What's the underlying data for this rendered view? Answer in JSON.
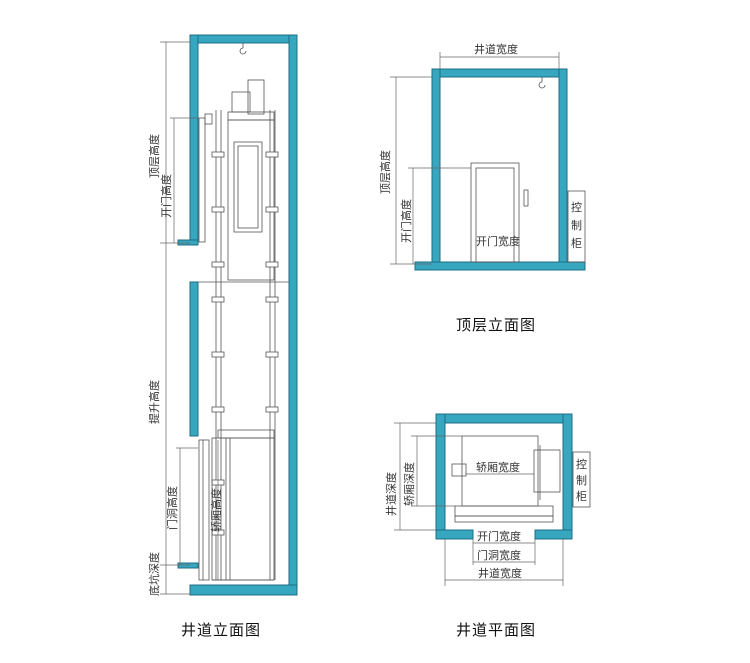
{
  "captions": {
    "shaft_elevation": "井道立面图",
    "top_floor_elevation": "顶层立面图",
    "shaft_plan": "井道平面图"
  },
  "labels": {
    "top_floor_height": "顶层高度",
    "door_open_height": "开门高度",
    "travel_height": "提升高度",
    "door_hole_height": "门洞高度",
    "car_height": "轿厢高度",
    "pit_depth": "底坑深度",
    "shaft_width": "井道宽度",
    "door_open_width": "开门宽度",
    "control_cabinet": [
      "控",
      "制",
      "柜"
    ],
    "shaft_depth": "井道深度",
    "car_depth": "轿厢深度",
    "car_width": "轿厢宽度",
    "door_hole_width": "门洞宽度"
  },
  "colors": {
    "wall": "#37a6bf",
    "line": "#555555"
  }
}
